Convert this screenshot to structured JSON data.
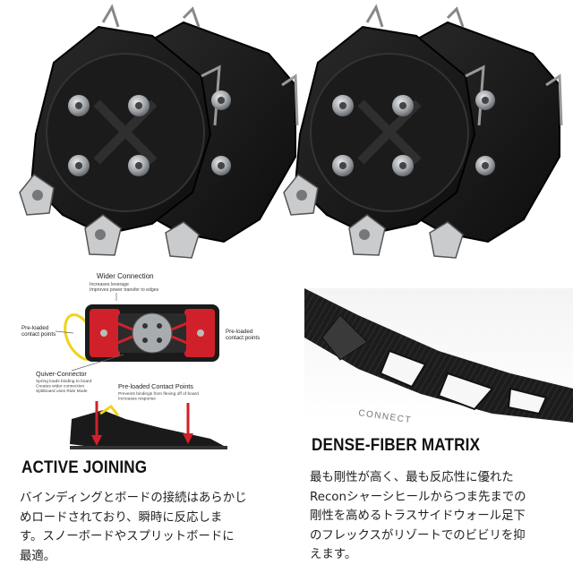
{
  "colors": {
    "accent_red": "#d0212a",
    "plate_black": "#161616",
    "steel": "#b9bcbf",
    "yellow": "#f1d21a"
  },
  "diagram": {
    "wider_connection": {
      "title": "Wider Connection",
      "lines": [
        "Increases leverage",
        "Improves power transfer to edges"
      ]
    },
    "preloaded_left": {
      "line1": "Pre-loaded",
      "line2": "contact points"
    },
    "preloaded_right": {
      "line1": "Pre-loaded",
      "line2": "contact points"
    },
    "quiver_connector": {
      "title": "Quiver-Connector",
      "lines": [
        "Spring loads binding to board",
        "Creates wider connection",
        "Splitboard uses Ride Mode"
      ]
    },
    "preloaded_contact_points": {
      "title": "Pre-loaded Contact Points",
      "lines": [
        "Prevents bindings from flexing off of board",
        "Increases response"
      ]
    }
  },
  "dense_fiber_photo": {
    "imprint": "CONNECT"
  },
  "active_joining": {
    "heading": "ACTIVE JOINING",
    "lines": [
      "バインディングとボードの接続はあらかじ",
      "めロードされており、瞬時に反応しま",
      "す。スノーボードやスプリットボードに",
      "最適。"
    ]
  },
  "dense_fiber": {
    "heading": "DENSE-FIBER MATRIX",
    "lines": [
      "最も剛性が高く、最も反応性に優れた",
      "Reconシャーシヒールからつま先までの",
      "剛性を高めるトラスサイドウォール足下",
      "のフレックスがリゾートでのビビリを抑",
      "えます。"
    ]
  }
}
